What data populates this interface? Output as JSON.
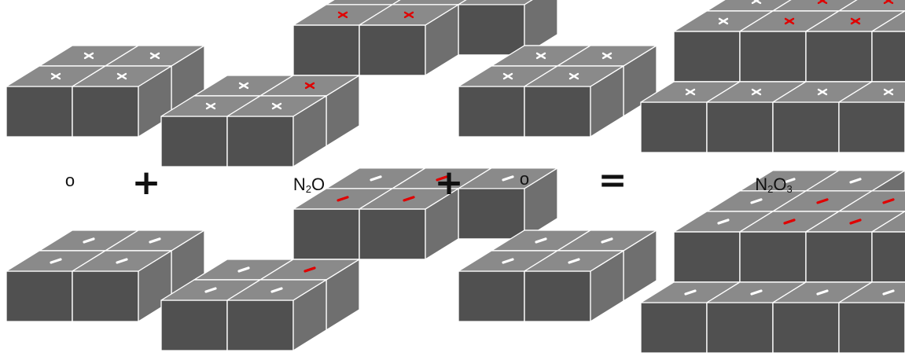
{
  "colors": {
    "top": "#8a8a8a",
    "left": "#505050",
    "right": "#6f6f6f",
    "edge": "#ffffff",
    "mark_white": "#ffffff",
    "mark_red": "#e00000"
  },
  "labels": {
    "o_left": "o",
    "n2o_main": "N",
    "n2o_sub": "2",
    "n2o_tail": "O",
    "o_right": "o",
    "n2o3_main": "N",
    "n2o3_sub": "2",
    "n2o3_mid": "O",
    "n2o3_sub2": "3"
  },
  "operators": {
    "plus1": "+",
    "plus2": "+",
    "equals": "="
  },
  "marks": {
    "top_row": "cross",
    "bottom_row": "dash"
  }
}
